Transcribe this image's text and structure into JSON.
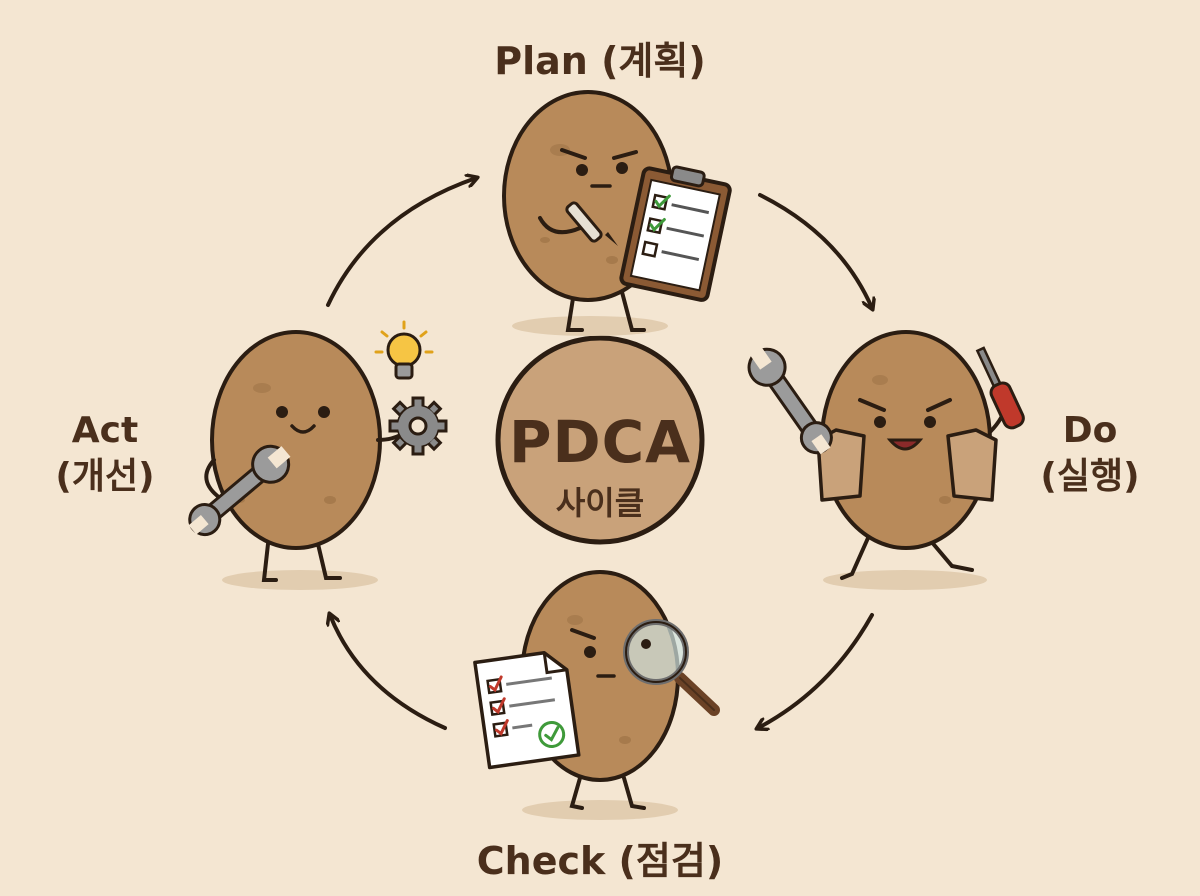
{
  "center": {
    "title": "PDCA",
    "subtitle": "사이클"
  },
  "stages": {
    "plan": {
      "line1": "Plan (계획)"
    },
    "do": {
      "line1": "Do",
      "line2": "(실행)"
    },
    "check": {
      "line1": "Check (점검)"
    },
    "act": {
      "line1": "Act",
      "line2": "(개선)"
    }
  },
  "colors": {
    "background": "#f4e6d2",
    "potato": "#b88a5a",
    "potato_shadow": "#9a6f43",
    "outline": "#2b1d12",
    "text": "#4a2f1c",
    "center_circle": "#c9a27a",
    "check_mark": "#3f9a3a",
    "box_mark": "#c0392b"
  },
  "icons": {
    "plan": [
      "pen-icon",
      "clipboard-icon"
    ],
    "do": [
      "wrench-icon",
      "screwdriver-icon"
    ],
    "check": [
      "checklist-document-icon",
      "magnifying-glass-icon"
    ],
    "act": [
      "wrench-icon",
      "lightbulb-icon",
      "gear-icon"
    ]
  }
}
